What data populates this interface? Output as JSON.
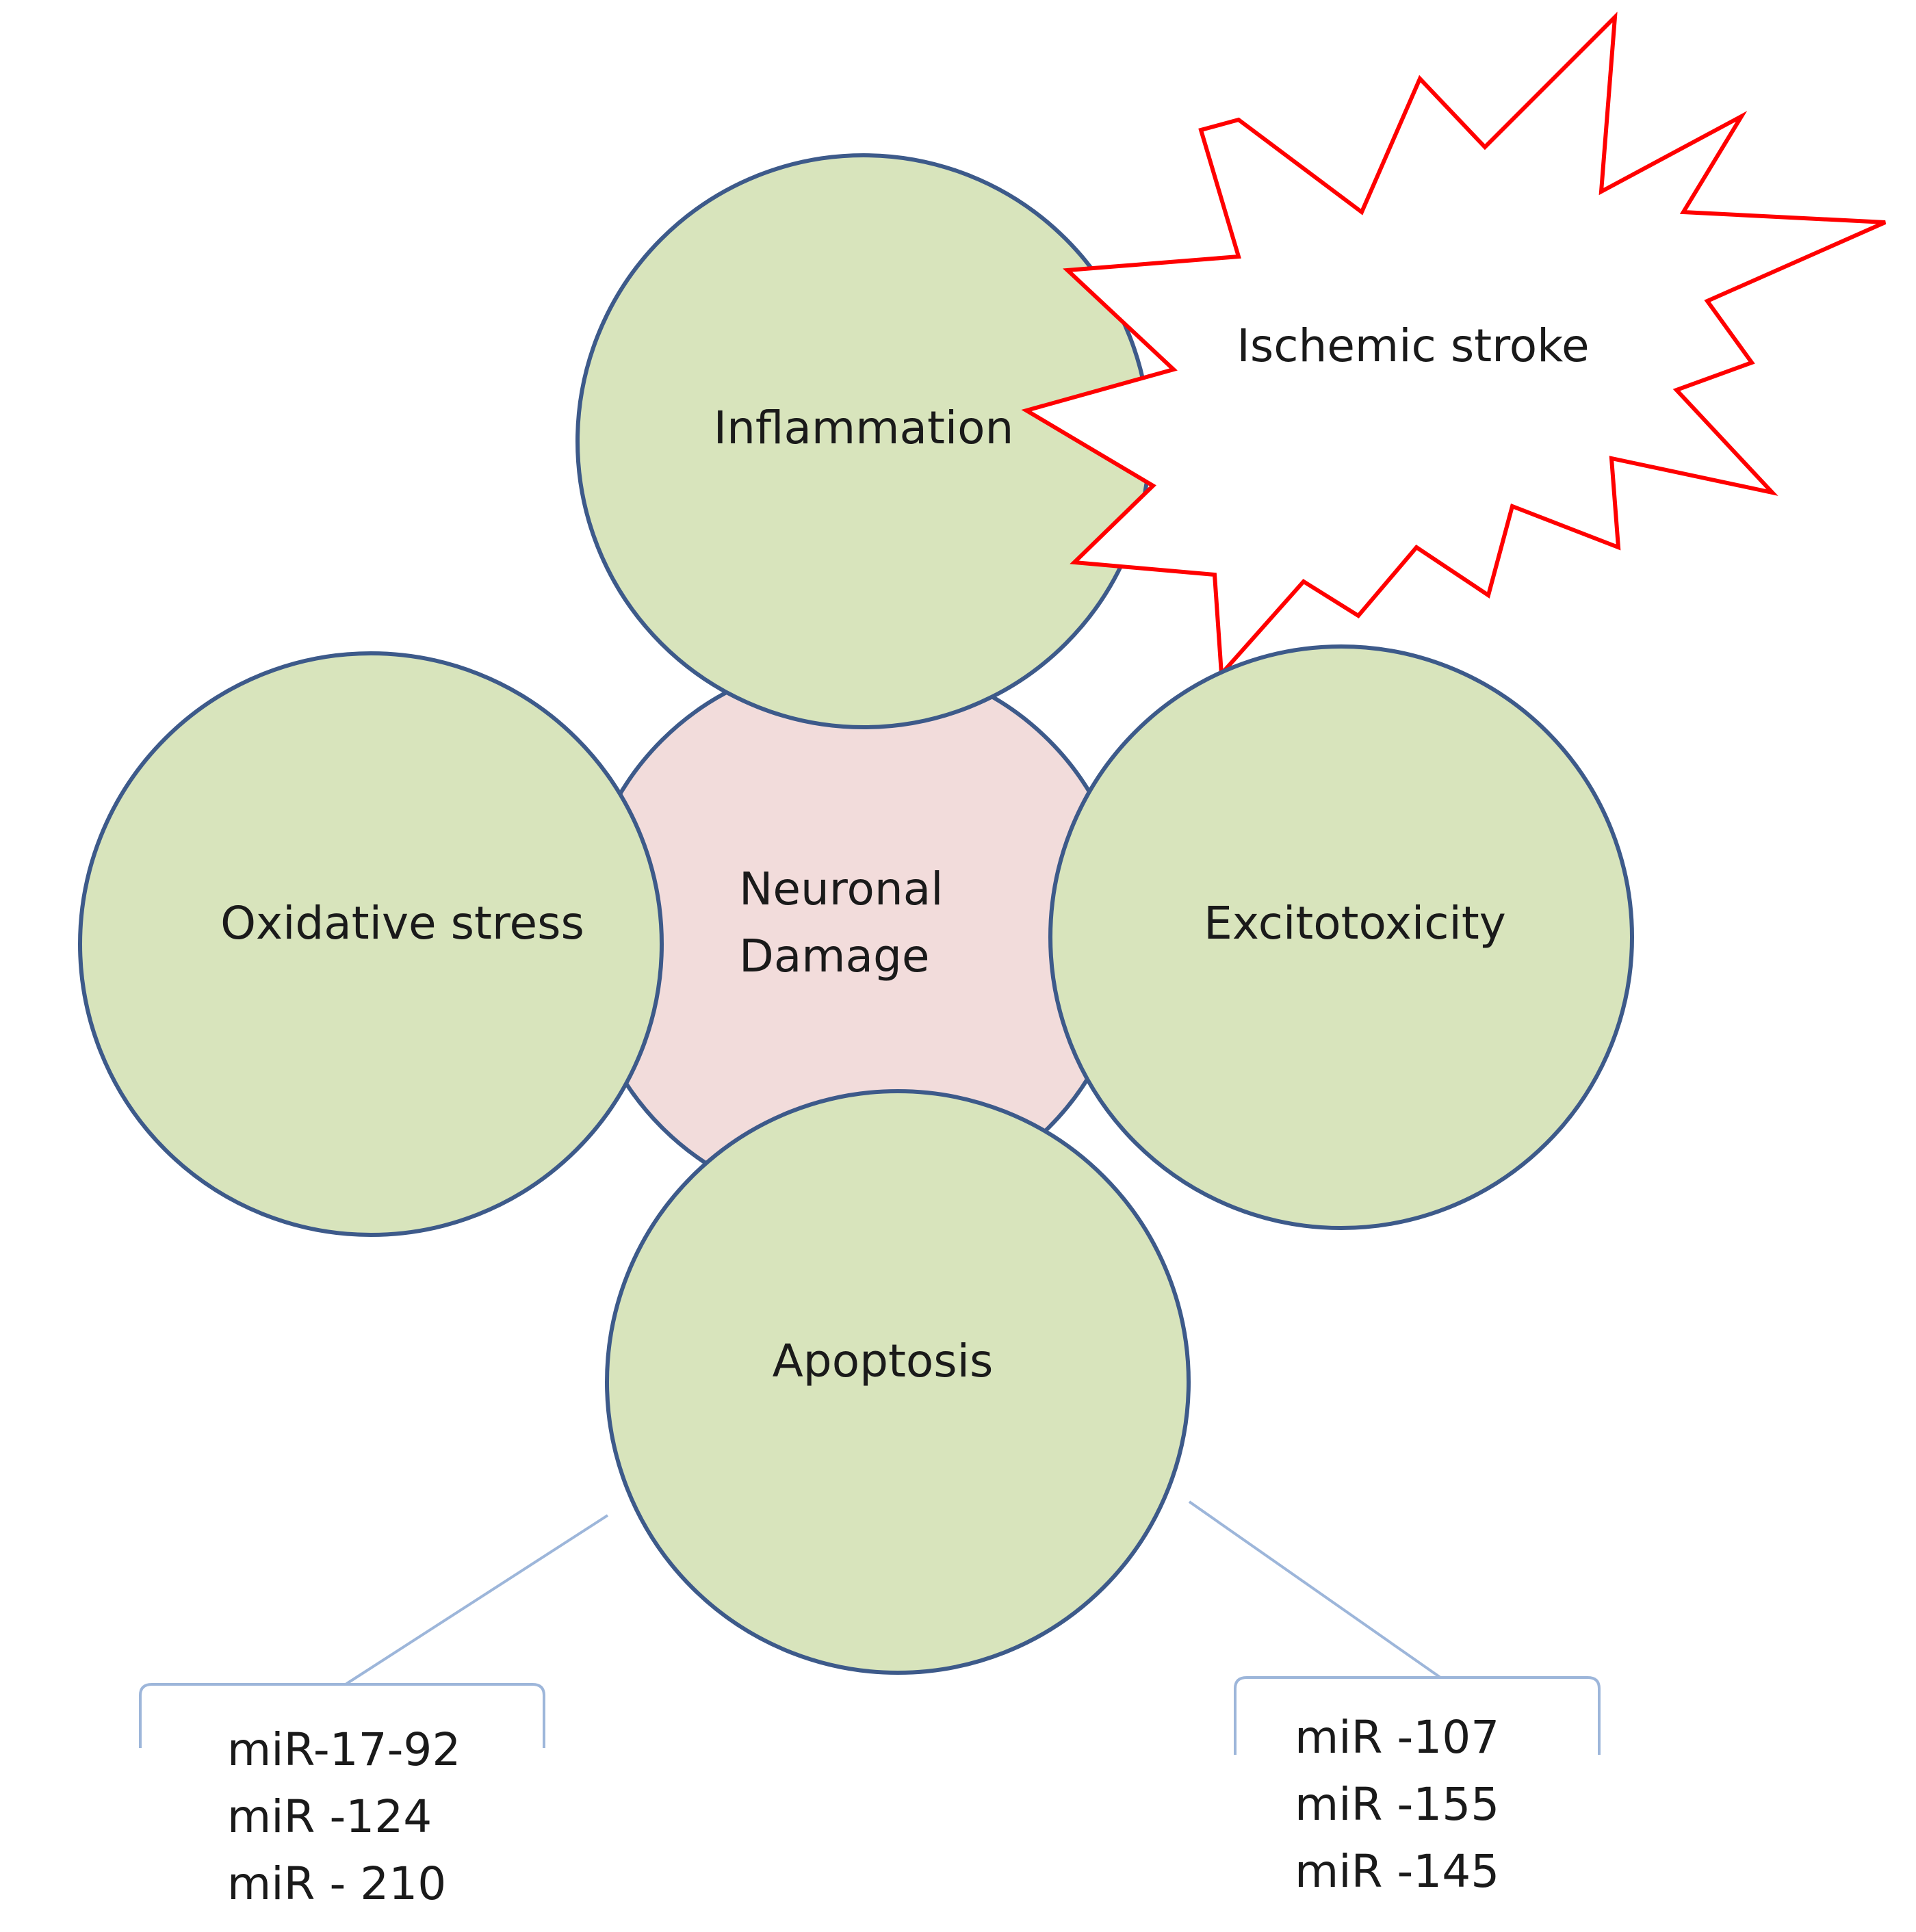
{
  "center": {
    "label_line1": "Neuronal",
    "label_line2": "Damage"
  },
  "nodes": {
    "inflammation": "Inflammation",
    "oxidative_stress": "Oxidative stress",
    "excitotoxicity": "Excitotoxicity",
    "apoptosis": "Apoptosis"
  },
  "trigger": {
    "label": "Ischemic stroke"
  },
  "mirna_left": [
    "miR-17-92",
    "miR -124",
    "miR - 210"
  ],
  "mirna_right": [
    "miR -107",
    "miR -155",
    "miR -145"
  ],
  "colors": {
    "node_fill": "#d8e4bc",
    "center_fill": "#f2dcdb",
    "outline": "#3d5a8a",
    "starburst_outline": "#ff0000",
    "connector": "#9db6da"
  }
}
